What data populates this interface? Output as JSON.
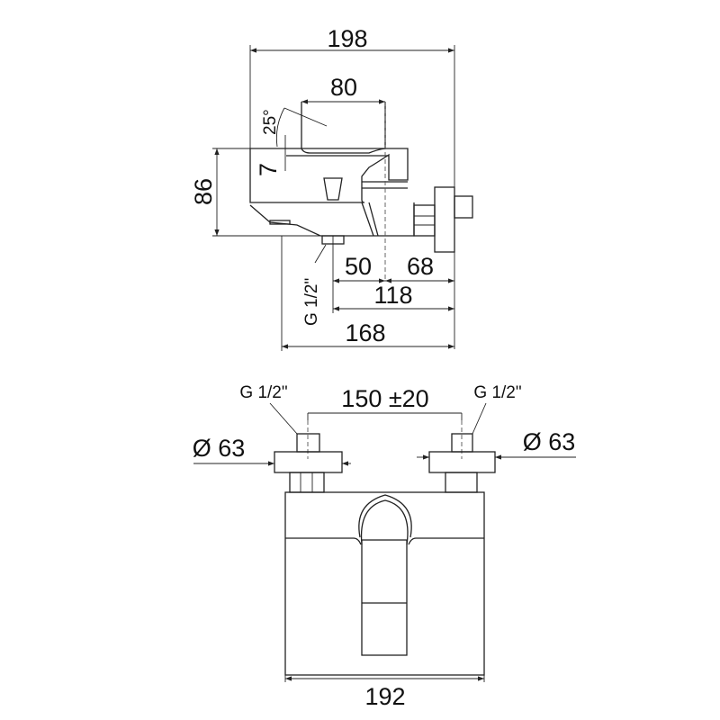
{
  "side_view": {
    "dim_overall_width": "198",
    "dim_handle_width": "80",
    "dim_angle": "25°",
    "dim_handle_offset": "7",
    "dim_height": "86",
    "dim_outlet_to_axis": "50",
    "dim_axis_to_wall": "68",
    "dim_outlet_to_wall": "118",
    "dim_front_to_wall": "168",
    "thread_label": "G 1/2\""
  },
  "front_view": {
    "thread_left": "G 1/2\"",
    "thread_right": "G 1/2\"",
    "dim_center_distance": "150 ±20",
    "flange_left": "Ø 63",
    "flange_right": "Ø 63",
    "dim_body_width": "192"
  }
}
